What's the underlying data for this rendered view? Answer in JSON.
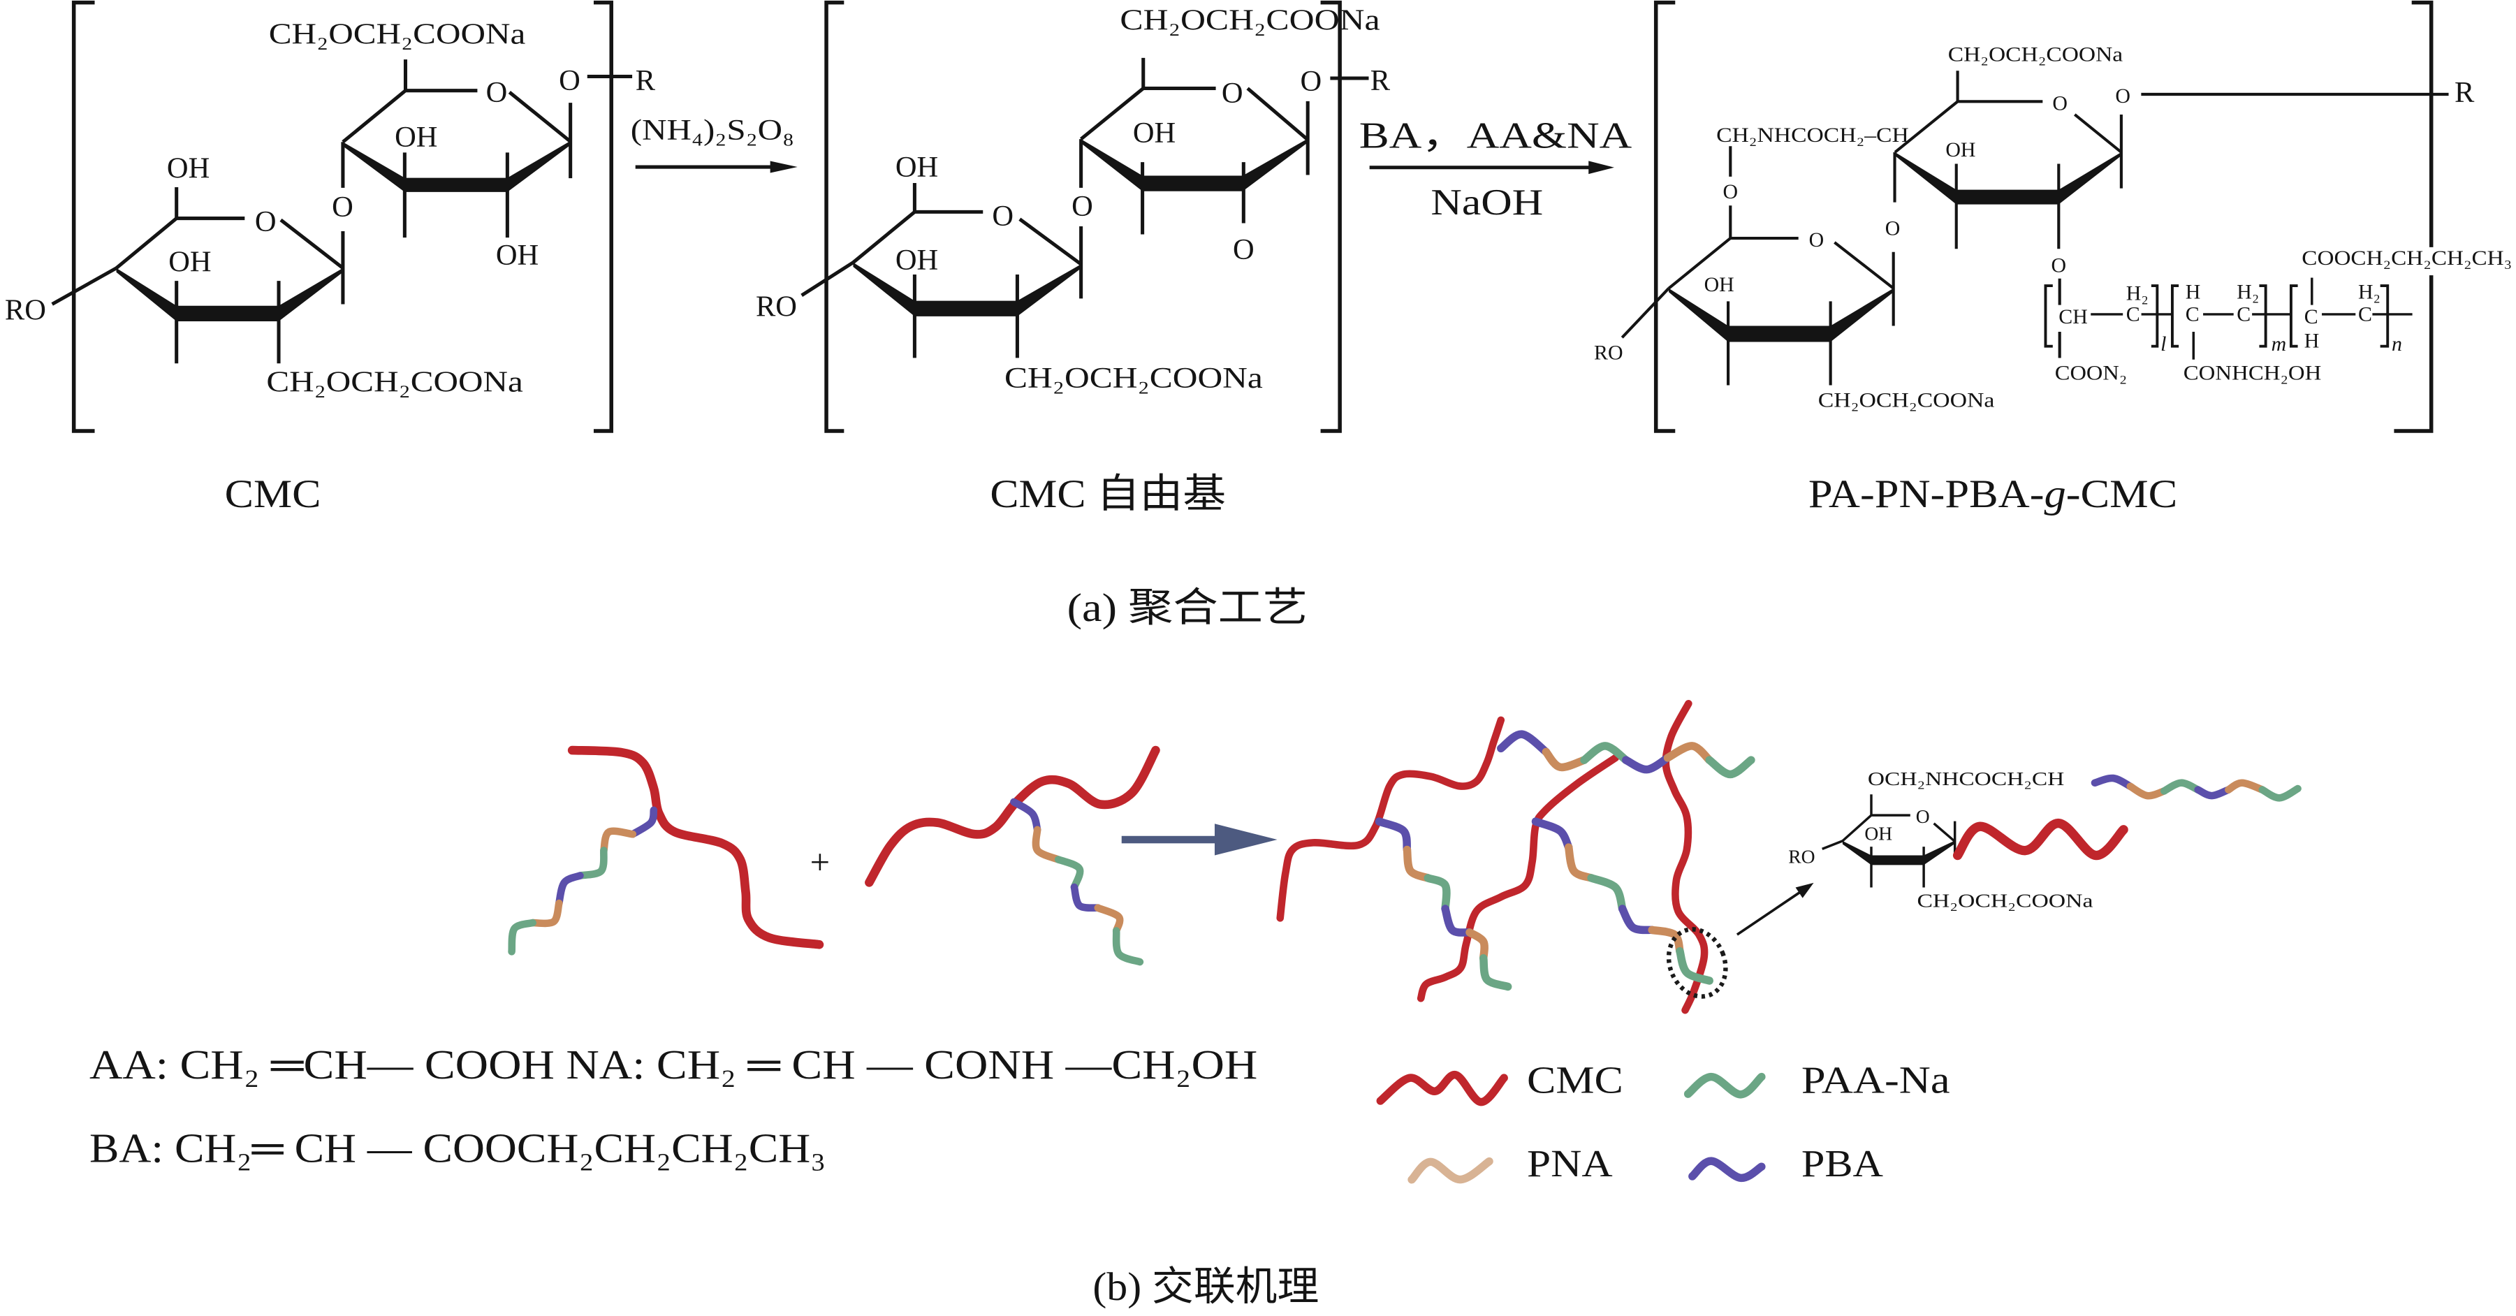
{
  "panel_a": {
    "caption": "(a) 聚合工艺",
    "atoms": {
      "oxygen": "O",
      "hydroxyl": "OH",
      "ro_group": "RO",
      "r_group": "R"
    },
    "cmc": {
      "label": "CMC",
      "upper_substituent": "CH₂OCH₂COONa",
      "lower_substituent": "CH₂OCH₂COONa"
    },
    "step1": {
      "reagent": "(NH₄)₂S₂O₈"
    },
    "cmc_radical": {
      "label": "CMC 自由基",
      "upper_substituent": "CH₂OCH₂COONa",
      "lower_substituent": "CH₂OCH₂COONa",
      "radical_oxygen": "O"
    },
    "step2": {
      "reagents_above": "BA，AA&NA",
      "reagents_below": "NaOH"
    },
    "product": {
      "label_prefix": "PA-PN-PBA-",
      "label_italic": "g",
      "label_suffix": "-CMC",
      "linker": "CH₂NHCOCH₂–CH",
      "upper_substituent": "CH₂OCH₂COONa",
      "lower_substituent": "CH₂OCH₂COONa",
      "copolymer": {
        "units": [
          {
            "backbone": [
              "CH",
              "C"
            ],
            "hydrogens": [
              "H₂"
            ],
            "side_group": "COON₂",
            "repeat_index": "l"
          },
          {
            "backbone": [
              "C",
              "C"
            ],
            "hydrogens": [
              "H",
              "H₂"
            ],
            "side_group": "CONHCH₂OH",
            "repeat_index": "m"
          },
          {
            "backbone": [
              "C",
              "C"
            ],
            "hydrogens": [
              "H",
              "H₂"
            ],
            "side_group": "COOCH₂CH₂CH₂CH₃",
            "repeat_index": "n"
          }
        ]
      }
    }
  },
  "panel_b": {
    "caption": "(b) 交联机理",
    "plus": "+",
    "monomer_formulas": [
      "AA: CH₂ ═CH— COOH NA: CH₂ ═ CH — CONH —CH₂OH",
      "BA: CH₂═ CH — COOCH₂CH₂CH₂CH₃"
    ],
    "inset": {
      "upper_substituent": "OCH₂NHCOCH₂CH",
      "lower_substituent": "CH₂OCH₂COONa",
      "hydroxyl": "OH",
      "ring_oxygen": "O",
      "ro_group": "RO"
    },
    "legend": [
      {
        "label": "CMC",
        "color": "#c0262c"
      },
      {
        "label": "PAA-Na",
        "color": "#6ba685"
      },
      {
        "label": "PNA",
        "color": "#d8b394"
      },
      {
        "label": "PBA",
        "color": "#5b4fab"
      }
    ],
    "chain_colors": {
      "cmc": "#c0262c",
      "paa_na": "#6ba685",
      "pna": "#c98b5c",
      "pba": "#5b4fab"
    },
    "arrow_color": "#4d5a80"
  }
}
